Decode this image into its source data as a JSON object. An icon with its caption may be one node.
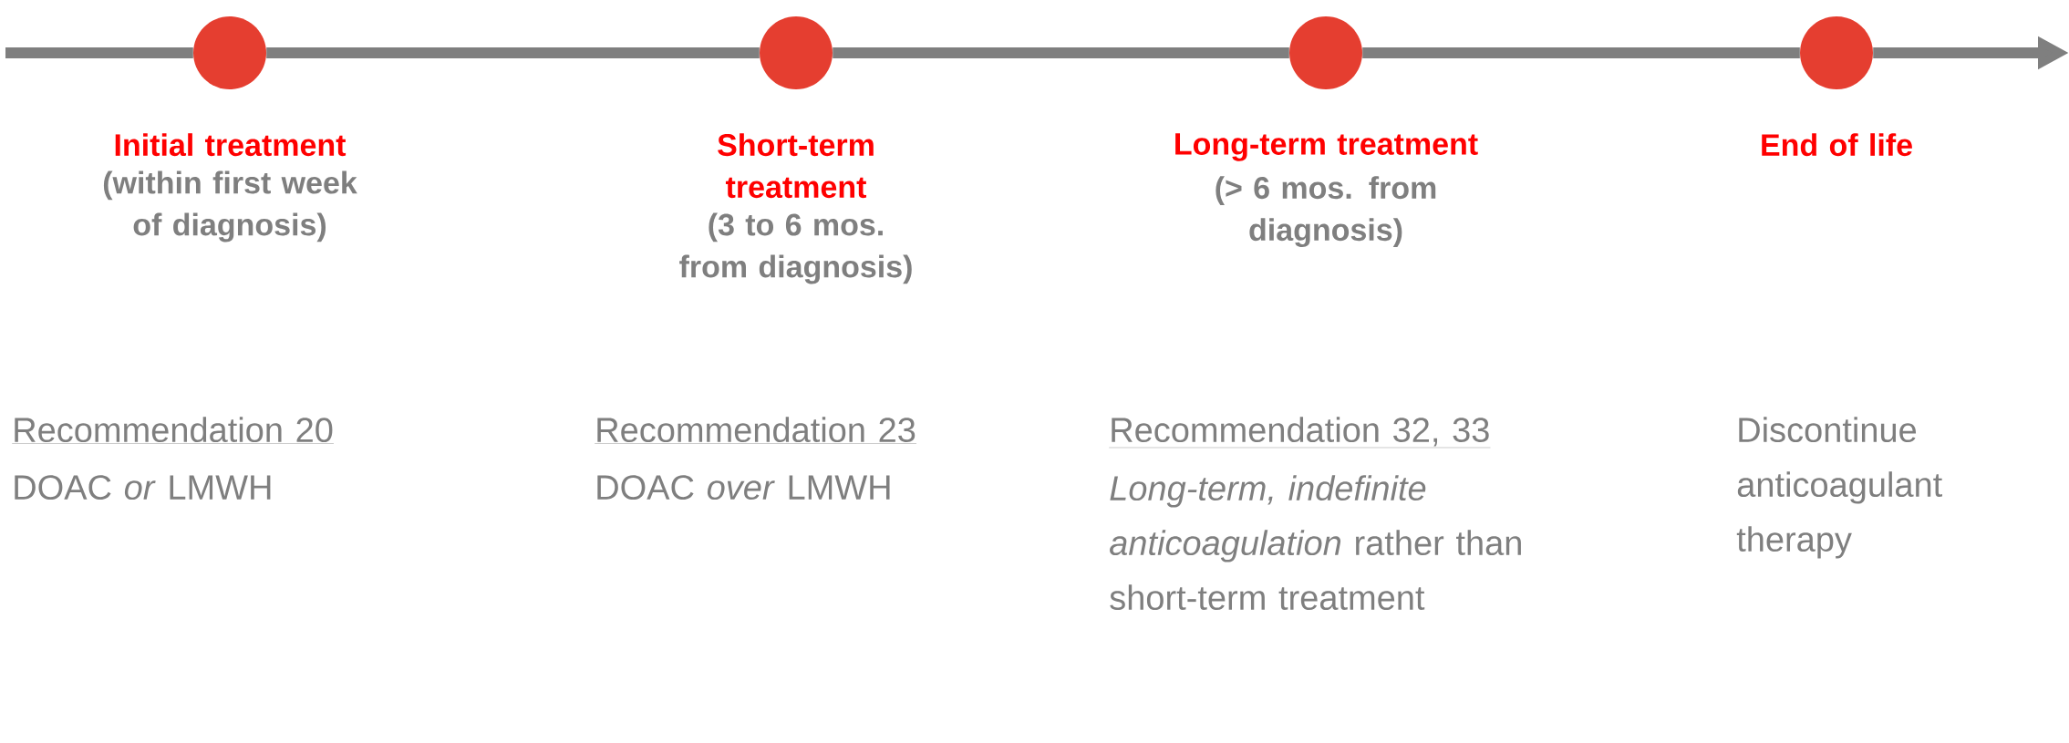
{
  "diagram": {
    "nodes": [
      {
        "text": [],
        "shape": "circle",
        "beside": [
          "Initial treatment",
          "(within first week of diagnosis)"
        ]
      },
      {
        "text": [],
        "shape": "circle",
        "beside": [
          "Short-term treatment",
          "(3 to 6 mos. from diagnosis)"
        ]
      },
      {
        "text": [],
        "shape": "circle",
        "beside": [
          "Long-term treatment",
          "(> 6 mos. from diagnosis)"
        ]
      },
      {
        "text": [],
        "shape": "circle",
        "beside": [
          "End of life"
        ]
      }
    ],
    "edges": [
      {
        "from": null,
        "to": 0,
        "arrow": "none"
      },
      {
        "from": 0,
        "to": 1,
        "arrow": "none"
      },
      {
        "from": 1,
        "to": 2,
        "arrow": "none"
      },
      {
        "from": 2,
        "to": 3,
        "arrow": "none"
      },
      {
        "from": 3,
        "to": null,
        "arrow": "to"
      }
    ],
    "labels": [
      "Recommendation 20",
      "DOAC *or* LMWH",
      "Recommendation 23",
      "DOAC *over* LMWH",
      "Recommendation 32, 33",
      "*Long-term, indefinite anticoagulation* rather than short-term treatment",
      "Discontinue anticoagulant therapy"
    ]
  }
}
